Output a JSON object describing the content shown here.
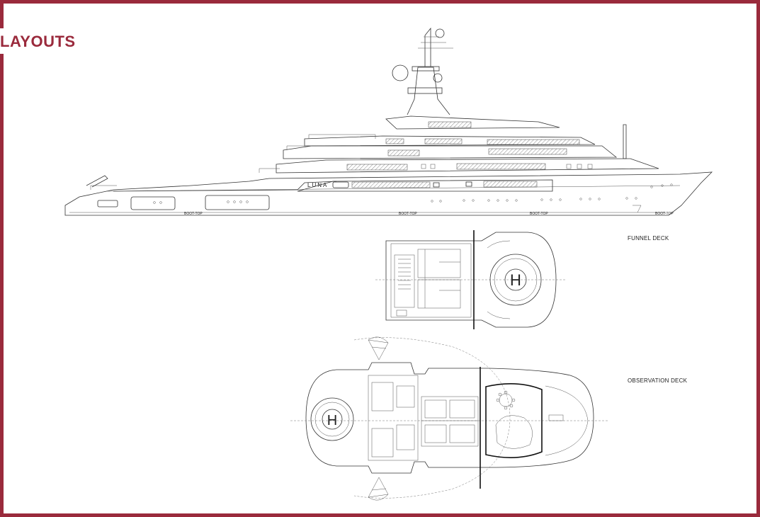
{
  "heading": "LAYOUTS",
  "profile": {
    "name_plate": "LUNA",
    "boot_top_label": "BOOT-TOP"
  },
  "decks": {
    "funnel": "FUNNEL DECK",
    "observation": "OBSERVATION DECK"
  },
  "helipad_mark": "H",
  "colors": {
    "frame": "#9a2a3c",
    "line": "#333333"
  }
}
